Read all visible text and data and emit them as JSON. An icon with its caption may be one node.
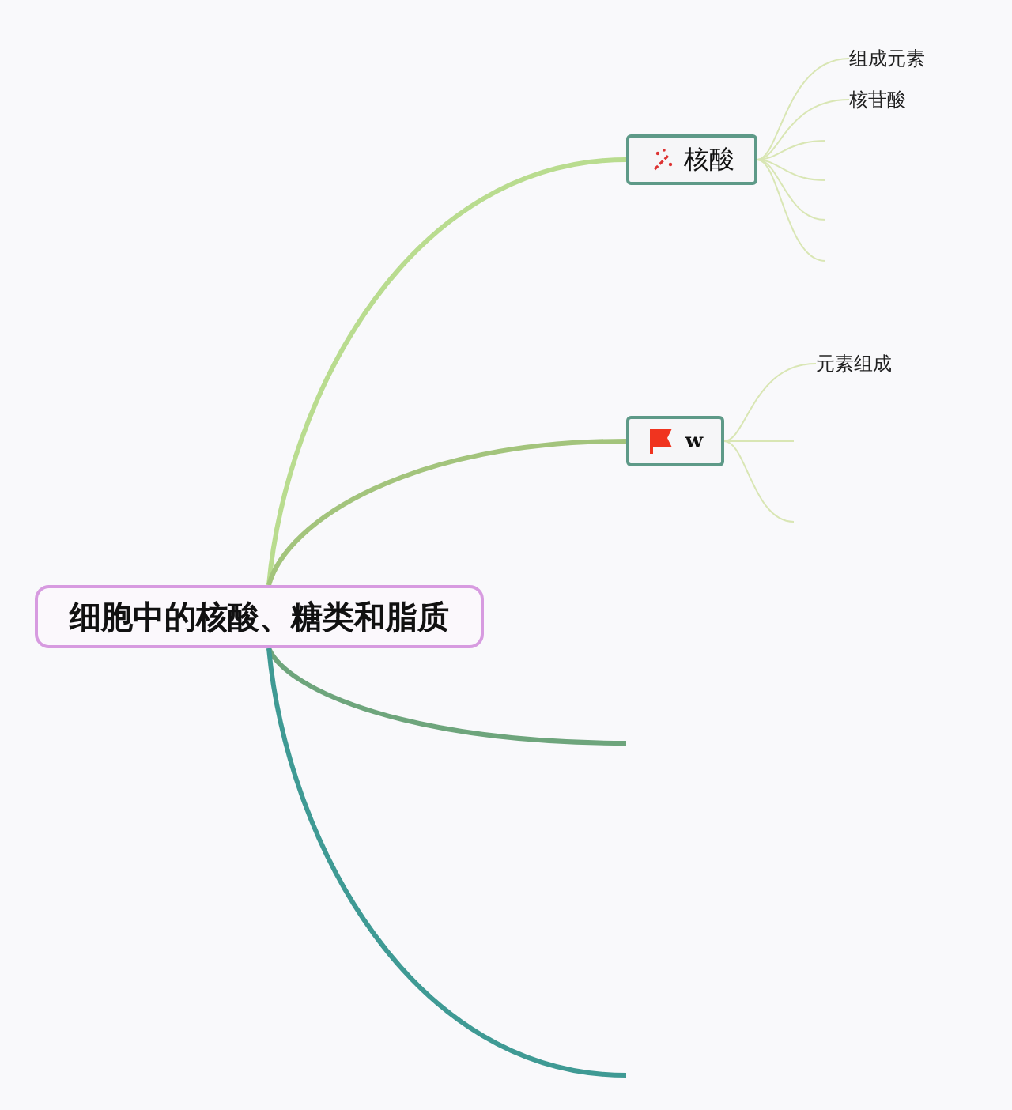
{
  "diagram": {
    "nodes": [
      {
        "text": [
          "细胞中的核酸、糖类和脂质"
        ]
      },
      {
        "text": [
          "核酸"
        ]
      },
      {
        "text": [
          "w"
        ]
      },
      {
        "text": [
          "组成元素"
        ]
      },
      {
        "text": [
          "核苷酸"
        ]
      },
      {
        "text": [
          "元素组成"
        ]
      }
    ],
    "edges": [
      {
        "from": 0,
        "to": 1,
        "arrow": "none",
        "style": "thick",
        "color": "#b9dc8f"
      },
      {
        "from": 0,
        "to": 2,
        "arrow": "none",
        "style": "thick",
        "color": "#a3c47c"
      },
      {
        "from": 0,
        "to": null,
        "arrow": "none",
        "style": "thick",
        "color": "#6ea57c"
      },
      {
        "from": 0,
        "to": null,
        "arrow": "none",
        "style": "thick",
        "color": "#3f9a94"
      },
      {
        "from": 1,
        "to": 3,
        "arrow": "none"
      },
      {
        "from": 1,
        "to": 4,
        "arrow": "none"
      },
      {
        "from": 1,
        "to": null,
        "arrow": "none"
      },
      {
        "from": 1,
        "to": null,
        "arrow": "none"
      },
      {
        "from": 1,
        "to": null,
        "arrow": "none"
      },
      {
        "from": 1,
        "to": null,
        "arrow": "none"
      },
      {
        "from": 2,
        "to": 5,
        "arrow": "none"
      },
      {
        "from": 2,
        "to": null,
        "arrow": "none"
      },
      {
        "from": 2,
        "to": null,
        "arrow": "none"
      }
    ]
  }
}
